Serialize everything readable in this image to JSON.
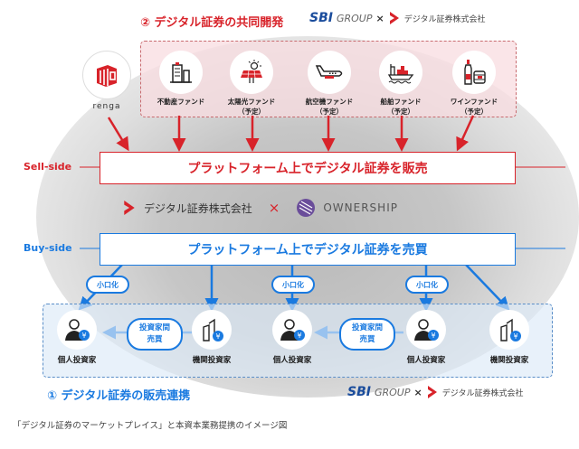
{
  "section2": {
    "title": "② デジタル証券の共同開発",
    "partners": {
      "sbi": "SBI",
      "group": "GROUP",
      "x": "×",
      "company": "デジタル証券株式会社"
    }
  },
  "renga": {
    "label": "renga"
  },
  "funds": [
    {
      "label": "不動産ファンド",
      "note": "",
      "icon": "building-icon"
    },
    {
      "label": "太陽光ファンド",
      "note": "（予定）",
      "icon": "solar-panel-icon"
    },
    {
      "label": "航空機ファンド",
      "note": "（予定）",
      "icon": "airplane-icon"
    },
    {
      "label": "船舶ファンド",
      "note": "（予定）",
      "icon": "ship-icon"
    },
    {
      "label": "ワインファンド",
      "note": "（予定）",
      "icon": "wine-icon"
    }
  ],
  "sell_side": {
    "label": "Sell-side",
    "platform": "プラットフォーム上でデジタル証券を販売"
  },
  "middle": {
    "company": "デジタル証券株式会社",
    "x": "×",
    "partner": "OWNERSHIP"
  },
  "buy_side": {
    "label": "Buy-side",
    "platform": "プラットフォーム上でデジタル証券を売買"
  },
  "fractionalize_label": "小口化",
  "trade": {
    "line1": "投資家間",
    "line2": "売買"
  },
  "investors": [
    {
      "label": "個人投資家",
      "type": "individual"
    },
    {
      "label": "機関投資家",
      "type": "institutional"
    },
    {
      "label": "個人投資家",
      "type": "individual"
    },
    {
      "label": "個人投資家",
      "type": "individual"
    },
    {
      "label": "機関投資家",
      "type": "institutional"
    }
  ],
  "section1": {
    "title": "① デジタル証券の販売連携",
    "partners": {
      "sbi": "SBI",
      "group": "GROUP",
      "x": "×",
      "company": "デジタル証券株式会社"
    }
  },
  "caption": "「デジタル証券のマーケットプレイス」と本資本業務提携のイメージ図",
  "colors": {
    "red": "#d8232a",
    "blue": "#1a7ae0",
    "sbi_blue": "#1a4c9c"
  }
}
